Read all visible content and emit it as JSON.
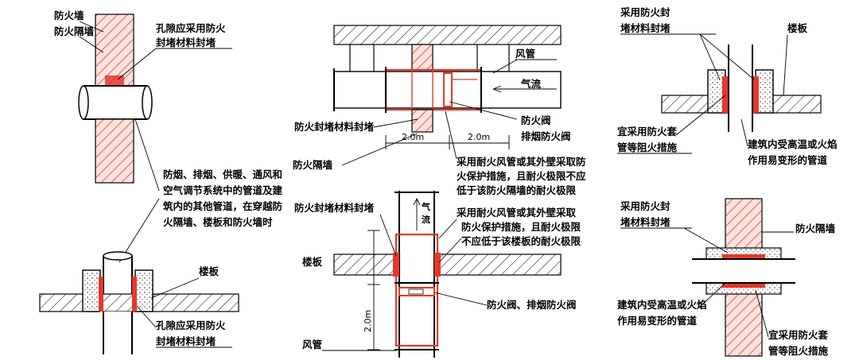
{
  "colors": {
    "fire_red": "#e8372a",
    "fire_red_fill": "#f0533f",
    "hatch_pink": "#f6c4bc",
    "line": "#000000"
  },
  "diagram1": {
    "wall_label_1": "防火墙",
    "wall_label_2": "防火隔墙",
    "gap_seal_1": "孔隙应采用防火",
    "gap_seal_2": "封堵材料封堵",
    "note_1": "防烟、排烟、供暖、通风和",
    "note_2": "空气调节系统中的管道及建",
    "note_3": "筑内的其他管道，在穿越防",
    "note_4": "火隔墙、楼板和防火墙时",
    "floor_label": "楼板",
    "gap_seal_b1": "孔隙应采用防火",
    "gap_seal_b2": "封堵材料封堵"
  },
  "diagram2": {
    "duct_label": "风管",
    "airflow_label": "气流",
    "seal_label": "防火封堵材料封堵",
    "damper_1": "防火阀",
    "damper_2": "排烟防火阀",
    "dim_left": "2.0m",
    "dim_right": "2.0m",
    "partition_label": "防火隔墙",
    "duct_note_1": "采用耐火风管或其外壁采取防",
    "duct_note_2": "火保护措施，且耐火极限不应",
    "duct_note_3": "低于该防火隔墙的耐火极限"
  },
  "diagram3": {
    "seal_label": "防火封堵材料封堵",
    "airflow_label_1": "气",
    "airflow_label_2": "流",
    "note_1": "采用耐火风管或其外壁采取",
    "note_2": "防火保护措施，且耐火极限",
    "note_3": "不应低于该楼板的耐火极限",
    "floor_label": "楼板",
    "damper_label": "防火阀、排烟防火阀",
    "dim_label": "2.0m",
    "duct_label": "风管"
  },
  "diagram4": {
    "seal_1": "采用防火封",
    "seal_2": "堵材料封堵",
    "floor_label": "楼板",
    "sleeve_1": "宜采用防火套",
    "sleeve_2": "管等阻火措施",
    "heat_1": "建筑内受高温或火焰",
    "heat_2": "作用易变形的管道"
  },
  "diagram5": {
    "seal_1": "采用防火封",
    "seal_2": "堵材料封堵",
    "partition_label": "防火隔墙",
    "heat_1": "建筑内受高温或火焰",
    "heat_2": "作用易变形的管道",
    "sleeve_1": "宜采用防火套",
    "sleeve_2": "管等阻火措施"
  }
}
